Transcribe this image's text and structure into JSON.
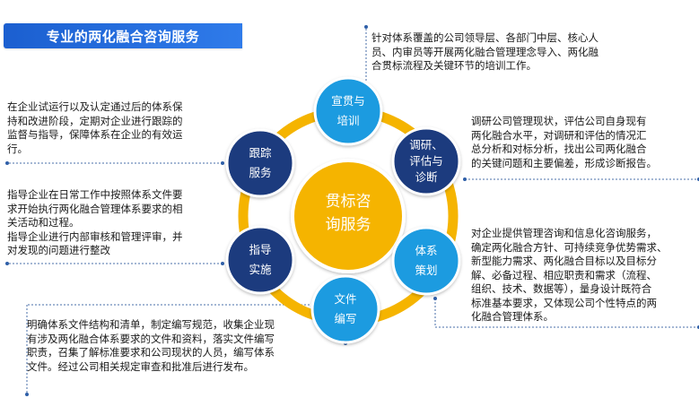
{
  "title": "专业的两化融合咨询服务",
  "center": {
    "label": "贯标咨\n询服务",
    "color": "#f5b400"
  },
  "colors": {
    "ring": "#f5b400",
    "light_blue": "#1b9be0",
    "navy": "#1c3b7e",
    "title_bg": "#2f7bea"
  },
  "nodes": [
    {
      "id": "training",
      "label": "宣贯与\n培训",
      "color": "#1b9be0"
    },
    {
      "id": "research",
      "label": "调研、\n评估与\n诊断",
      "color": "#1c3b7e"
    },
    {
      "id": "planning",
      "label": "体系\n策划",
      "color": "#1b9be0"
    },
    {
      "id": "documents",
      "label": "文件\n编写",
      "color": "#1b9be0"
    },
    {
      "id": "guidance",
      "label": "指导\n实施",
      "color": "#1c3b7e"
    },
    {
      "id": "tracking",
      "label": "跟踪\n服务",
      "color": "#1c3b7e"
    }
  ],
  "descriptions": {
    "training": "针对体系覆盖的公司领导层、各部门中层、核心人\n员、内审员等开展两化融合管理理念导入、两化融\n合贯标流程及关键环节的培训工作。",
    "research": "调研公司管理现状，评估公司自身现有\n两化融合水平，对调研和评估的情况汇\n总分析和对标分析，找出公司两化融合\n的关键问题和主要偏差，形成诊断报告。",
    "planning": "对企业提供管理咨询和信息化咨询服务，\n确定两化融合方针、可持续竞争优势需求、\n新型能力需求、两化融合目标以及目标分\n解、必备过程、相应职责和需求（流程、\n组织、技术、数据等），量身设计既符合\n标准基本要求，又体现公司个性特点的两\n化融合管理体系。",
    "documents": "明确体系文件结构和清单，制定编写规范，收集企业现\n有涉及两化融合体系要求的文件和资料，落实文件编写\n职责，召集了解标准要求和公司现状的人员，编写体系\n文件。经过公司相关规定审查和批准后进行发布。",
    "guidance": "指导企业在日常工作中按照体系文件要\n求开始执行两化融合管理体系要求的相\n关活动和过程。\n指导企业进行内部审核和管理评审，并\n对发现的问题进行整改",
    "tracking": "在企业试运行以及认定通过后的体系保\n持和改进阶段，定期对企业进行跟踪的\n监督与指导，保障体系在企业的有效运\n行。"
  }
}
